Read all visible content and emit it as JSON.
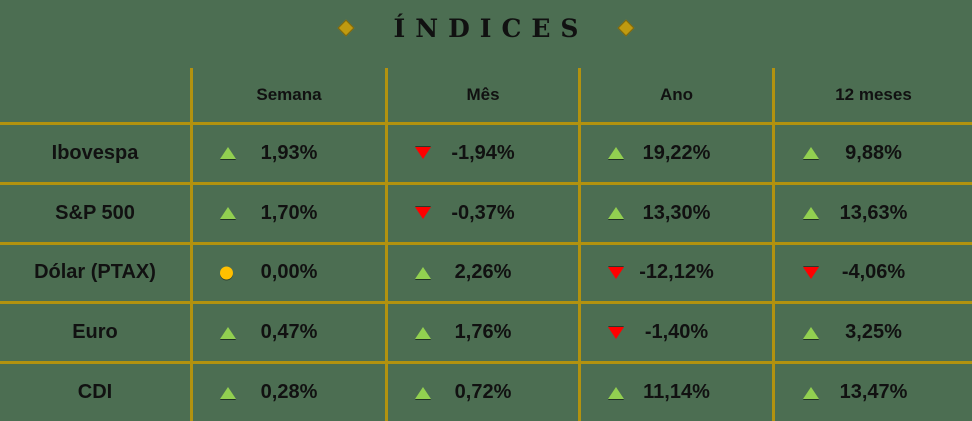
{
  "title": {
    "text": "ÍNDICES"
  },
  "colors": {
    "background": "#4c6e52",
    "grid": "#b2920f",
    "title_gold": "#c09a10",
    "text": "#111111",
    "up": "#92d050",
    "down": "#ff0000",
    "neutral": "#ffc000"
  },
  "table": {
    "columns": [
      "",
      "Semana",
      "Mês",
      "Ano",
      "12 meses"
    ],
    "rows": [
      {
        "label": "Ibovespa",
        "cells": [
          {
            "trend": "up",
            "value": "1,93%"
          },
          {
            "trend": "down",
            "value": "-1,94%"
          },
          {
            "trend": "up",
            "value": "19,22%"
          },
          {
            "trend": "up",
            "value": "9,88%"
          }
        ]
      },
      {
        "label": "S&P 500",
        "cells": [
          {
            "trend": "up",
            "value": "1,70%"
          },
          {
            "trend": "down",
            "value": "-0,37%"
          },
          {
            "trend": "up",
            "value": "13,30%"
          },
          {
            "trend": "up",
            "value": "13,63%"
          }
        ]
      },
      {
        "label": "Dólar (PTAX)",
        "cells": [
          {
            "trend": "neutral",
            "value": "0,00%"
          },
          {
            "trend": "up",
            "value": "2,26%"
          },
          {
            "trend": "down",
            "value": "-12,12%"
          },
          {
            "trend": "down",
            "value": "-4,06%"
          }
        ]
      },
      {
        "label": "Euro",
        "cells": [
          {
            "trend": "up",
            "value": "0,47%"
          },
          {
            "trend": "up",
            "value": "1,76%"
          },
          {
            "trend": "down",
            "value": "-1,40%"
          },
          {
            "trend": "up",
            "value": "3,25%"
          }
        ]
      },
      {
        "label": "CDI",
        "cells": [
          {
            "trend": "up",
            "value": "0,28%"
          },
          {
            "trend": "up",
            "value": "0,72%"
          },
          {
            "trend": "up",
            "value": "11,14%"
          },
          {
            "trend": "up",
            "value": "13,47%"
          }
        ]
      }
    ]
  },
  "chart_data": {
    "type": "table",
    "title": "ÍNDICES",
    "categories": [
      "Semana",
      "Mês",
      "Ano",
      "12 meses"
    ],
    "series": [
      {
        "name": "Ibovespa",
        "values": [
          1.93,
          -1.94,
          19.22,
          9.88
        ]
      },
      {
        "name": "S&P 500",
        "values": [
          1.7,
          -0.37,
          13.3,
          13.63
        ]
      },
      {
        "name": "Dólar (PTAX)",
        "values": [
          0.0,
          2.26,
          -12.12,
          -4.06
        ]
      },
      {
        "name": "Euro",
        "values": [
          0.47,
          1.76,
          -1.4,
          3.25
        ]
      },
      {
        "name": "CDI",
        "values": [
          0.28,
          0.72,
          11.14,
          13.47
        ]
      }
    ],
    "unit": "%",
    "notes": "Trend arrows: green up triangle = positive, red down triangle = negative, yellow dot = flat (0,00%)"
  }
}
